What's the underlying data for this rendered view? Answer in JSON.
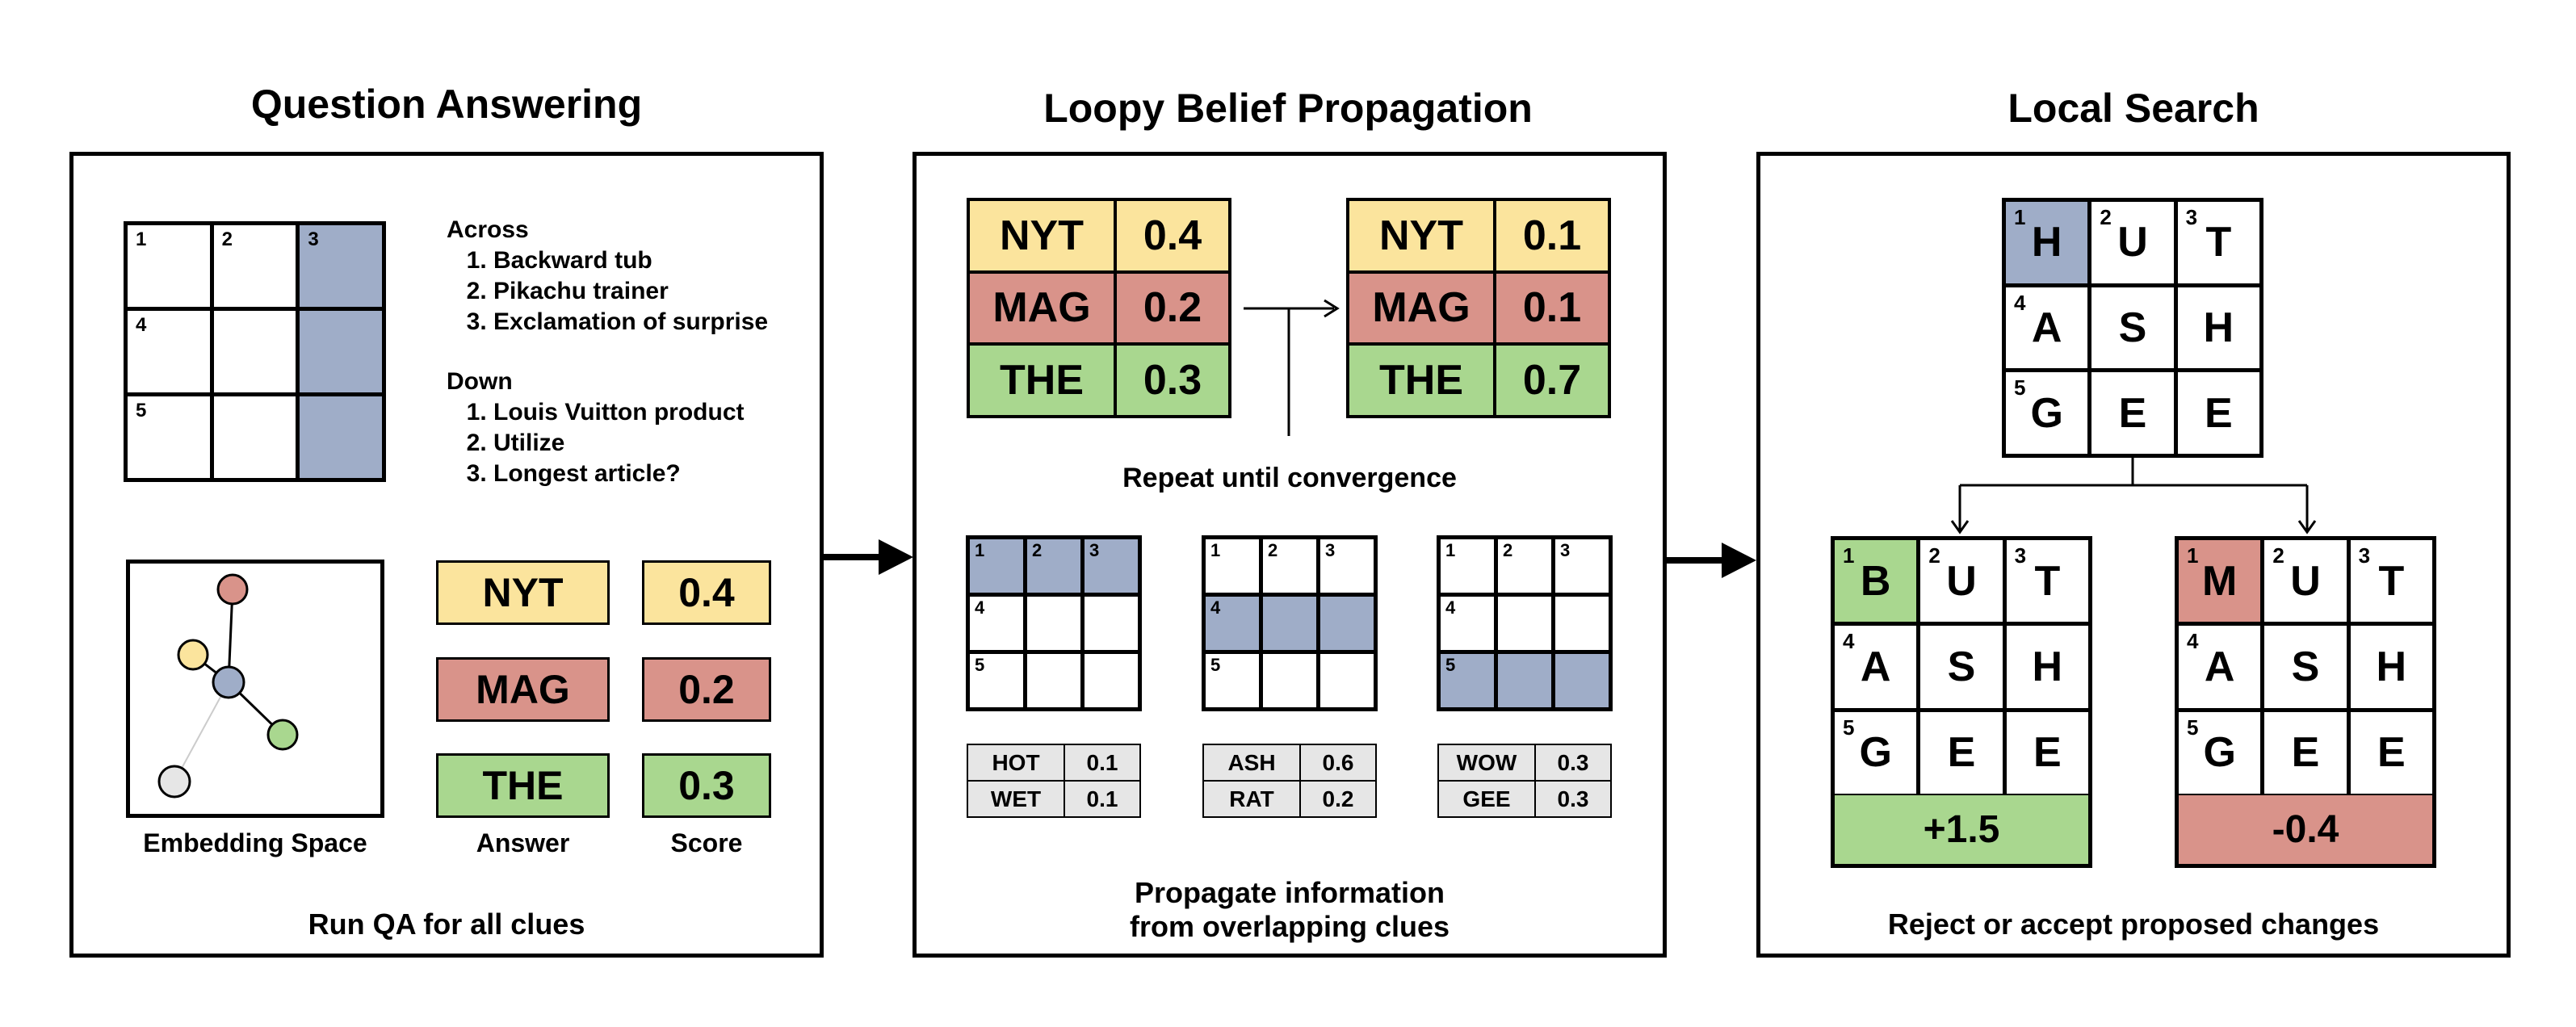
{
  "titles": {
    "qa": "Question Answering",
    "lbp": "Loopy Belief Propagation",
    "ls": "Local Search"
  },
  "qa_panel": {
    "grid_numbers": [
      "1",
      "2",
      "3",
      "4",
      "5"
    ],
    "across_head": "Across",
    "across": [
      "Backward tub",
      "Pikachu trainer",
      "Exclamation of surprise"
    ],
    "down_head": "Down",
    "down": [
      "Louis Vuitton product",
      "Utilize",
      "Longest article?"
    ],
    "embedding_label": "Embedding Space",
    "answers": [
      "NYT",
      "MAG",
      "THE"
    ],
    "scores": [
      "0.4",
      "0.2",
      "0.3"
    ],
    "answer_label": "Answer",
    "score_label": "Score",
    "caption": "Run QA for all clues"
  },
  "lbp_panel": {
    "before": [
      {
        "word": "NYT",
        "score": "0.4"
      },
      {
        "word": "MAG",
        "score": "0.2"
      },
      {
        "word": "THE",
        "score": "0.3"
      }
    ],
    "after": [
      {
        "word": "NYT",
        "score": "0.1"
      },
      {
        "word": "MAG",
        "score": "0.1"
      },
      {
        "word": "THE",
        "score": "0.7"
      }
    ],
    "repeat_label": "Repeat until convergence",
    "grid_numbers": [
      "1",
      "2",
      "3",
      "4",
      "5"
    ],
    "candidates": [
      [
        {
          "word": "HOT",
          "score": "0.1"
        },
        {
          "word": "WET",
          "score": "0.1"
        }
      ],
      [
        {
          "word": "ASH",
          "score": "0.6"
        },
        {
          "word": "RAT",
          "score": "0.2"
        }
      ],
      [
        {
          "word": "WOW",
          "score": "0.3"
        },
        {
          "word": "GEE",
          "score": "0.3"
        }
      ]
    ],
    "caption_line1": "Propagate information",
    "caption_line2": "from overlapping clues"
  },
  "ls_panel": {
    "top_grid": [
      "H",
      "U",
      "T",
      "A",
      "S",
      "H",
      "G",
      "E",
      "E"
    ],
    "left_grid": [
      "B",
      "U",
      "T",
      "A",
      "S",
      "H",
      "G",
      "E",
      "E"
    ],
    "right_grid": [
      "M",
      "U",
      "T",
      "A",
      "S",
      "H",
      "G",
      "E",
      "E"
    ],
    "grid_numbers": [
      "1",
      "2",
      "3",
      "4",
      "5"
    ],
    "left_delta": "+1.5",
    "right_delta": "-0.4",
    "caption": "Reject or accept proposed changes"
  },
  "colors": {
    "highlight_blue": "#9fadc8",
    "green": "#a9d78f",
    "red": "#d9938a",
    "yellow": "#fbe49d",
    "gray": "#e6e6e6"
  }
}
